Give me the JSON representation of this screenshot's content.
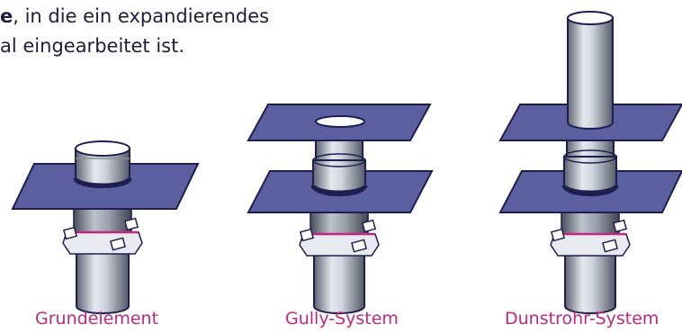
{
  "intro": {
    "line1_bold": "e",
    "line1_rest": ", in die ein expandierendes",
    "line2": "al eingearbeitet ist."
  },
  "captions": [
    "Grundelement",
    "Gully-System",
    "Dunstrohr-System"
  ],
  "colors": {
    "plate": "#5b5fa0",
    "plate_edge": "#1e1e50",
    "accent": "#c0287f",
    "text": "#1e1e3c"
  }
}
